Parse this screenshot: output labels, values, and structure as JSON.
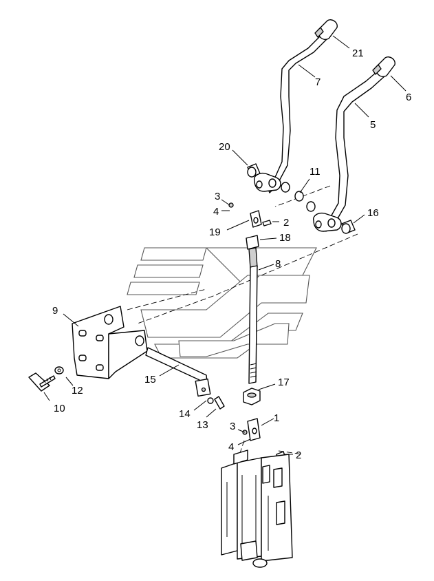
{
  "diagram": {
    "callouts": [
      "21",
      "7",
      "6",
      "5",
      "20",
      "11",
      "3",
      "4",
      "2",
      "19",
      "16",
      "18",
      "8",
      "9",
      "15",
      "12",
      "10",
      "17",
      "14",
      "13",
      "1",
      "3",
      "4",
      "2"
    ]
  }
}
